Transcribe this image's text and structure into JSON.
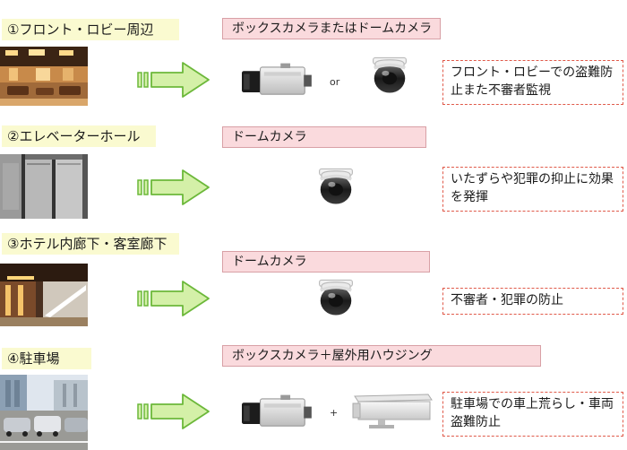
{
  "rows": [
    {
      "label": "①フロント・ロビー周辺",
      "camera_type": "ボックスカメラまたはドームカメラ",
      "connector": "or",
      "description": "フロント・ロビーでの盗難防止また不審者監視"
    },
    {
      "label": "②エレベーターホール",
      "camera_type": "ドームカメラ",
      "description": "いたずらや犯罪の抑止に効果を発揮"
    },
    {
      "label": "③ホテル内廊下・客室廊下",
      "camera_type": "ドームカメラ",
      "description": "不審者・犯罪の防止"
    },
    {
      "label": "④駐車場",
      "camera_type": "ボックスカメラ＋屋外用ハウジング",
      "connector": "+",
      "description": "駐車場での車上荒らし・車両盗難防止"
    }
  ],
  "colors": {
    "label_bg": "#fafad0",
    "camera_type_bg": "#fadadd",
    "arrow_fill": "#d4f0a8",
    "arrow_stroke": "#6cb83a",
    "desc_border": "#e05a4a"
  },
  "icons": [
    "lobby-photo",
    "elevator-photo",
    "corridor-photo",
    "parking-photo",
    "box-camera-icon",
    "dome-camera-icon",
    "outdoor-housing-icon",
    "right-arrow-icon"
  ]
}
